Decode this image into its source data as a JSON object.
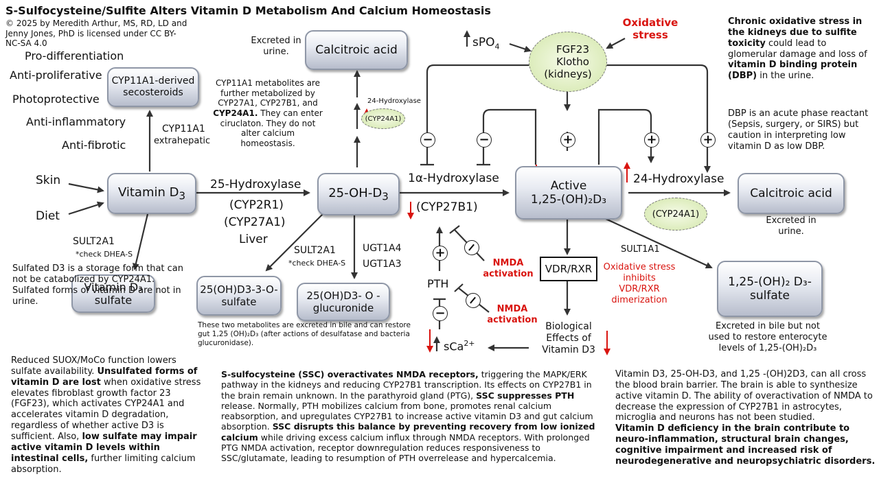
{
  "title": "S-Sulfocysteine/Sulfite Alters Vitamin D Metabolism And Calcium Homeostasis",
  "credit": "© 2025 by Meredith Arthur, MS, RD, LD  and Jenny Jones, PhD is licensed under CC BY-NC-SA 4.0",
  "left_effects": [
    "Pro-differentiation",
    "Anti-proliferative",
    "Photoprotective",
    "Anti-inflammatory",
    "Anti-fibrotic"
  ],
  "sources": {
    "skin": "Skin",
    "diet": "Diet"
  },
  "nodes": {
    "vitamin_d3": "Vitamin D",
    "vitamin_d3_sub": "3",
    "cyp11a1_secosteroids": "CYP11A1-derived secosteroids",
    "vitamin_d3_sulfate": "Vitamin D₃ sulfate",
    "oh_d3": "25-OH-D",
    "oh_d3_sub": "3",
    "oh_d3_sulfate": "25(OH)D3-3-O-sulfate",
    "oh_d3_glucuronide": "25(OH)D3- O -glucuronide",
    "calcitroic_top": "Calcitroic acid",
    "active": "Active",
    "active_formula": "1,25-(OH)₂D₃",
    "calcitroic_right": "Calcitroic acid",
    "sulfate_125": "1,25-(OH)₂ D₃-sulfate",
    "vdr_rxr": "VDR/RXR",
    "fgf23": "FGF23",
    "klotho": "Klotho",
    "kidneys": "(kidneys)",
    "cyp24a1_small": "(CYP24A1)",
    "cyp24a1": "(CYP24A1)",
    "pth": "PTH"
  },
  "labels": {
    "cyp11a1": "CYP11A1",
    "extrahepatic": "extrahepatic",
    "hydroxylase25": "25-Hydroxylase",
    "cyp2r1": "(CYP2R1)",
    "cyp27a1": "(CYP27A1)",
    "liver": "Liver",
    "sult2a1_left": "SULT2A1",
    "check_dhea_left": "*check DHEA-S",
    "sult2a1_mid": "SULT2A1",
    "check_dhea_mid": "*check DHEA-S",
    "ugt1a4": "UGT1A4",
    "ugt1a3": "UGT1A3",
    "hydroxylase24_small": "24-Hydroxylase",
    "hydroxylase1a": "1α-Hydroxylase",
    "cyp27b1": "(CYP27B1)",
    "hydroxylase24": "24-Hydroxylase",
    "sult1a1": "SULT1A1",
    "spo4": "sPO",
    "spo4_sub": "4",
    "sca": "sCa",
    "sca_sup": "2+",
    "oxidative_stress": "Oxidative stress",
    "nmda_1": "NMDA activation",
    "nmda_2": "NMDA activation",
    "oxidative_vdr": "Oxidative stress inhibits VDR/RXR dimerization",
    "biological_effects": "Biological Effects of Vitamin D3",
    "excreted_top": "Excreted in urine.",
    "excreted_right": "Excreted in urine.",
    "excreted_bile": "Excreted in bile but not used to restore enterocyte levels of 1,25-(OH)₂D₃"
  },
  "notes": {
    "storage": "Sulfated D3 is  a storage form that can not be catabolized by CYP24A1. Sulfated forms of vitamin D are not in urine.",
    "cyp11a1_a": "CYP11A1 metabolites are further metabolized by CYP27A1, CYP27B1, and ",
    "cyp11a1_b": "CYP24A1.",
    "cyp11a1_c": " They can enter ciruclaton. They do not alter calcium homeostasis.",
    "metabolites": "These two metabolites are excreted in bile and can restore gut 1,25 (OH)₂D₃ (after actions of desulfatase and bacteria glucuronidase).",
    "chronic_a": "Chronic oxidative stress in the kidneys due to sulfite toxicity",
    "chronic_b": " could lead to glomerular damage and loss of ",
    "chronic_c": "vitamin D binding protein (DBP)",
    "chronic_d": " in the urine.",
    "dbp": "DBP is an acute phase reactant (Sepsis, surgery, or SIRS)  but caution in interpreting low vitamin D as low DBP."
  },
  "paragraphs": {
    "left_a": "Reduced SUOX/MoCo function lowers sulfate availability. ",
    "left_b": "Unsulfated forms of vitamin D are lost",
    "left_c": " when oxidative stress elevates fibroblast growth factor 23 (FGF23), which activates CYP24A1 and accelerates vitamin D degradation, regardless of whether active D3 is sufficient. Also, ",
    "left_d": "low sulfate may impair active vitamin D levels within intestinal cells,",
    "left_e": " further limiting calcium absorption.",
    "mid_a": "S-sulfocysteine (SSC) overactivates NMDA receptors,",
    "mid_b": " triggering the MAPK/ERK pathway in the kidneys and reducing CYP27B1 transcription. Its effects on CYP27B1 in the brain remain unknown. In the parathyroid gland (PTG), ",
    "mid_c": "SSC suppresses PTH",
    "mid_d": " release. Normally, PTH mobilizes calcium from bone, promotes renal calcium reabsorption, and upregulates CYP27B1 to increase active vitamin D3 and gut calcium absorption. ",
    "mid_e": "SSC disrupts this balance by preventing recovery from low ionized calcium",
    "mid_f": " while driving excess calcium influx through NMDA receptors. With prolonged PTG NMDA activation, receptor downregulation reduces responsiveness to SSC/glutamate, leading to resumption of PTH overrelease and hypercalcemia.",
    "right_a": "Vitamin D3, 25-OH-D3, and 1,25 -(OH)2D3, can all cross the blood brain barrier. The brain is able to synthesize active vitamin D. The ability of overactivation of NMDA to decrease the expression of CYP27B1 in astrocytes, microglia and neurons has not been studied.",
    "right_b": "Vitamin D deficiency in the brain contribute to neuro-inflammation,  structural brain changes, cognitive impairment and increased risk of neurodegenerative and  neuropsychiatric disorders."
  },
  "colors": {
    "red": "#d9140f",
    "box_border": "#8e96a6",
    "pill": "#d2e6a9"
  }
}
